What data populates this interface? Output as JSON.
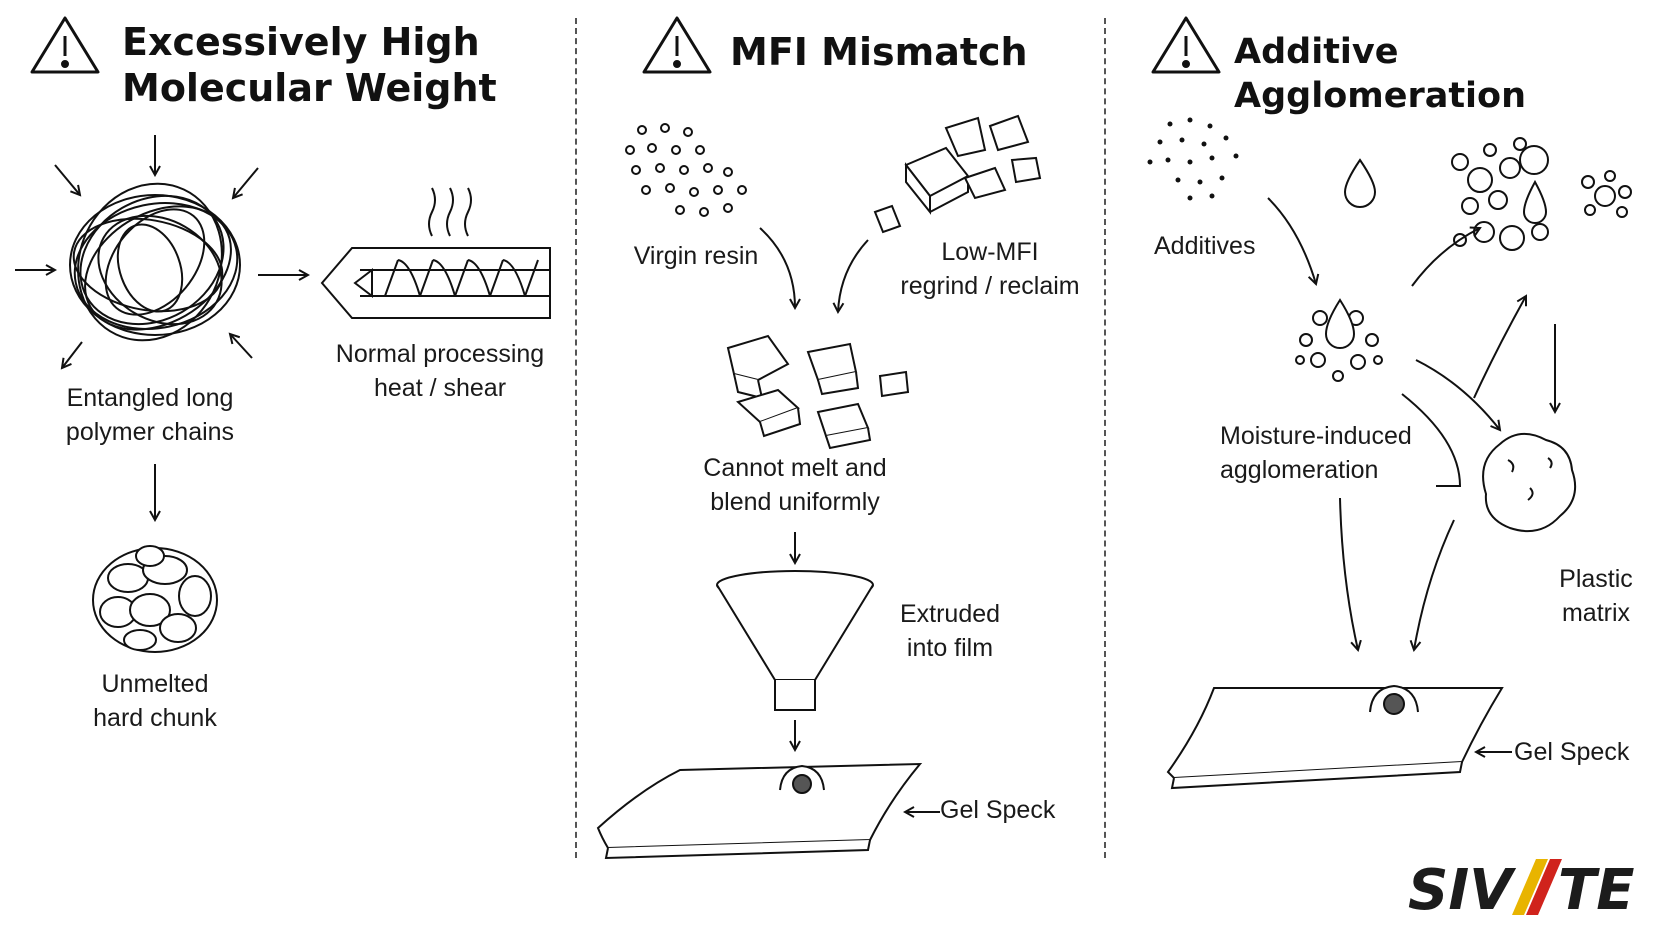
{
  "panels": {
    "p1": {
      "title_line1": "Excessively High",
      "title_line2": "Molecular Weight",
      "chains_label_1": "Entangled long",
      "chains_label_2": "polymer chains",
      "processing_label_1": "Normal processing",
      "processing_label_2": "heat / shear",
      "chunk_label_1": "Unmelted",
      "chunk_label_2": "hard chunk"
    },
    "p2": {
      "title": "MFI Mismatch",
      "virgin_label": "Virgin resin",
      "regrind_label_1": "Low-MFI",
      "regrind_label_2": "regrind / reclaim",
      "melt_label_1": "Cannot melt and",
      "melt_label_2": "blend uniformly",
      "extruded_label_1": "Extruded",
      "extruded_label_2": "into film",
      "gel_label": "Gel Speck"
    },
    "p3": {
      "title": "Additive Agglomeration",
      "additives_label": "Additives",
      "moisture_label_1": "Moisture-induced",
      "moisture_label_2": "agglomeration",
      "matrix_label_1": "Plastic",
      "matrix_label_2": "matrix",
      "gel_label": "Gel Speck"
    }
  },
  "logo": {
    "text_left": "SIV",
    "text_right": "TE",
    "slash_colors": [
      "#e8b400",
      "#d0231c"
    ],
    "text_color": "#1c1c1c"
  },
  "icons": [
    "warning-triangle-icon"
  ]
}
